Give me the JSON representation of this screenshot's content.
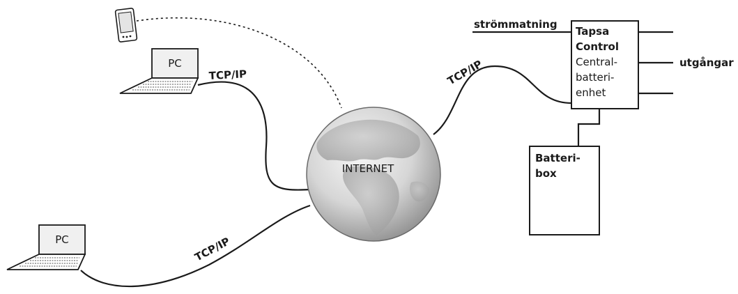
{
  "globe": {
    "label": "INTERNET"
  },
  "pcs": [
    {
      "label": "PC",
      "link_label": "TCP/IP"
    },
    {
      "label": "PC",
      "link_label": "TCP/IP"
    }
  ],
  "controller": {
    "link_label": "TCP/IP",
    "title_lines": [
      "Tapsa",
      "Control"
    ],
    "desc_lines": [
      "Central-",
      "batteri-",
      "enhet"
    ],
    "power_label": "strömmatning",
    "outputs_label": "utgångar"
  },
  "battery_box": {
    "lines": [
      "Batteri-",
      "box"
    ]
  }
}
